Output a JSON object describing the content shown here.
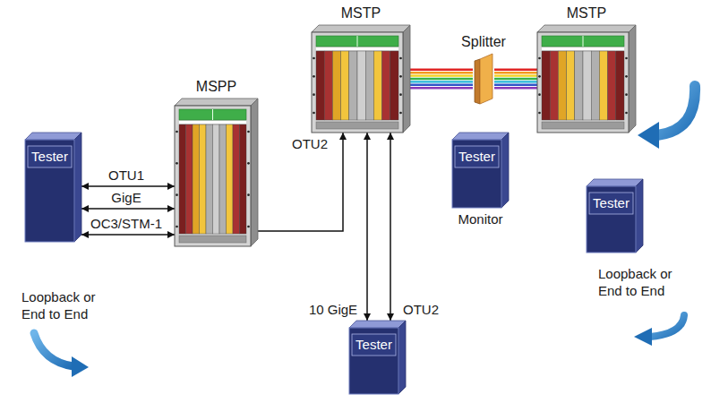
{
  "diagram": {
    "nodes": [
      {
        "text": [
          "MSTP"
        ]
      },
      {
        "text": [
          "Splitter"
        ]
      },
      {
        "text": [
          "MSTP"
        ]
      },
      {
        "text": [
          "Tester",
          "Monitor"
        ]
      },
      {
        "text": [
          "MSPP"
        ]
      },
      {
        "text": [
          "Tester"
        ]
      },
      {
        "text": [
          "Tester"
        ]
      },
      {
        "text": [
          "Tester"
        ]
      }
    ],
    "edges": [
      {
        "from": 5,
        "to": 4,
        "label": "OTU1",
        "arrow": "both"
      },
      {
        "from": 5,
        "to": 4,
        "label": "GigE",
        "arrow": "both"
      },
      {
        "from": 5,
        "to": 4,
        "label": "OC3/STM-1",
        "arrow": "both"
      },
      {
        "from": 4,
        "to": 0,
        "label": "OTU2",
        "arrow": "to"
      },
      {
        "from": 6,
        "to": 0,
        "label": "10 GigE",
        "arrow": "both"
      },
      {
        "from": 6,
        "to": 0,
        "label": "OTU2",
        "arrow": "both"
      },
      {
        "from": 0,
        "to": 1,
        "arrow": "none"
      },
      {
        "from": 1,
        "to": 2,
        "arrow": "none"
      }
    ],
    "labels": [
      "Loopback or End to End",
      "Loopback or End to End"
    ]
  }
}
